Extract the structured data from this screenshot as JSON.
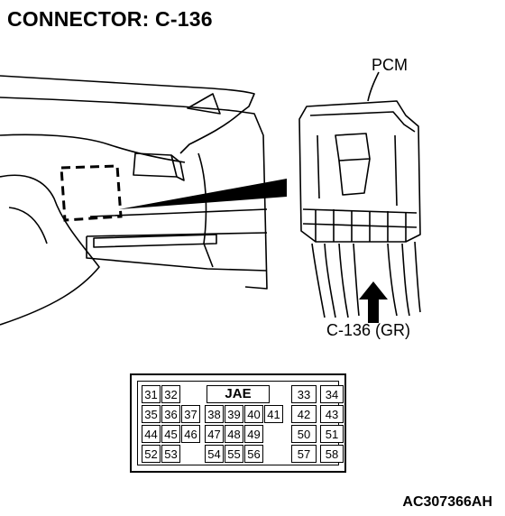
{
  "title": "CONNECTOR: C-136",
  "labels": {
    "pcm": "PCM",
    "connector": "C-136 (GR)",
    "figure_code": "AC307366AH"
  },
  "connector": {
    "maker": "JAE",
    "rows": [
      [
        "31",
        "32",
        "",
        "",
        "",
        "",
        "",
        "",
        "33",
        "34"
      ],
      [
        "35",
        "36",
        "37",
        "38",
        "39",
        "40",
        "41",
        "42",
        "43"
      ],
      [
        "44",
        "45",
        "46",
        "47",
        "48",
        "49",
        "",
        "50",
        "51"
      ],
      [
        "52",
        "53",
        "",
        "54",
        "55",
        "56",
        "",
        "57",
        "58"
      ]
    ]
  }
}
